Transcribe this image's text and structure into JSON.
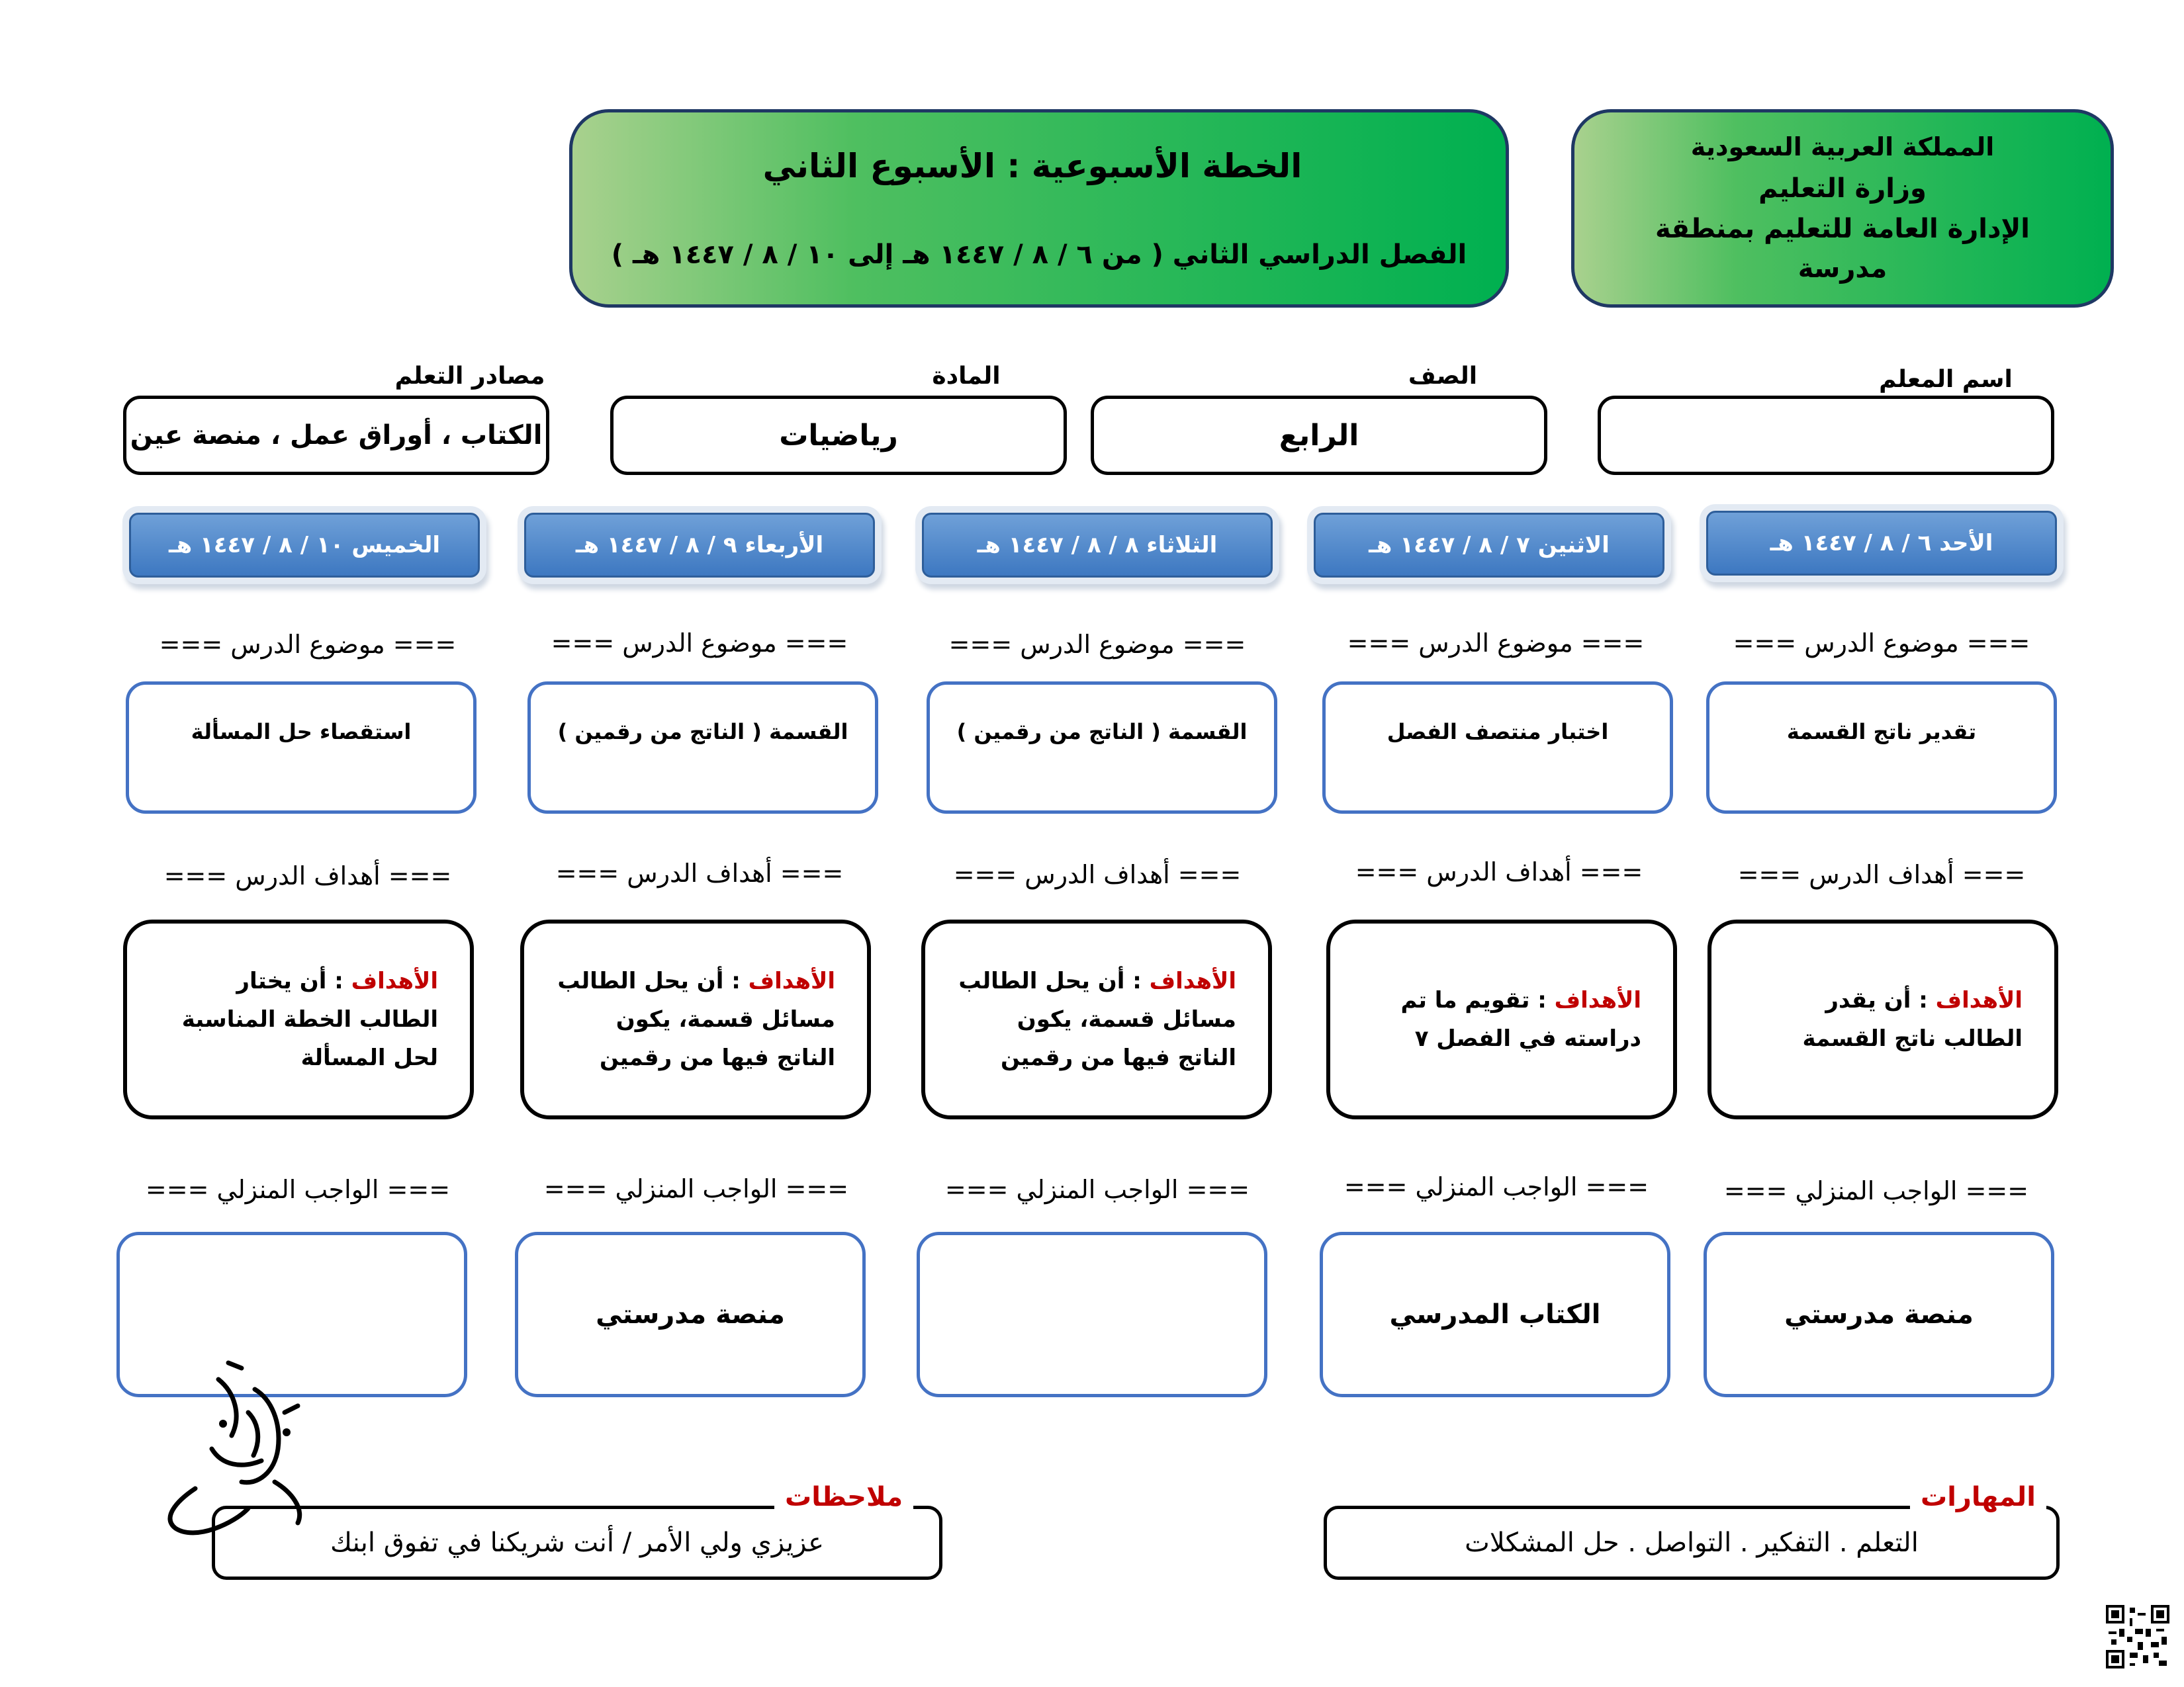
{
  "header_right": {
    "line1": "المملكة العربية السعودية",
    "line2": "وزارة التعليم",
    "line3": "الإدارة العامة للتعليم بمنطقة",
    "line4": "مدرسة"
  },
  "header_center": {
    "title": "الخطة الأسبوعية : الأسبوع الثاني",
    "subtitle": "الفصل الدراسي الثاني ( من ٦ / ٨ / ١٤٤٧ هـ إلى ١٠ / ٨ / ١٤٤٧ هـ )"
  },
  "info": {
    "teacher_label": "اسم المعلم",
    "teacher_value": "",
    "grade_label": "الصف",
    "grade_value": "الرابع",
    "subject_label": "المادة",
    "subject_value": "رياضيات",
    "sources_label": "مصادر التعلم",
    "sources_value": "الكتاب ، أوراق عمل ، منصة عين"
  },
  "section_labels": {
    "topic": "=== موضوع الدرس ===",
    "goals": "=== أهداف الدرس ===",
    "homework": "=== الواجب المنزلي ===",
    "goals_prefix": "الأهداف"
  },
  "days": [
    {
      "date": "الأحد ٦ / ٨ / ١٤٤٧ هـ",
      "topic": "تقدير ناتج القسمة",
      "goal": ": أن يقدر الطالب ناتج القسمة",
      "homework": "منصة مدرستي"
    },
    {
      "date": "الاثنين ٧ / ٨ / ١٤٤٧ هـ",
      "topic": "اختبار منتصف الفصل",
      "goal": ": تقويم ما تم دراسته في الفصل ٧",
      "homework": "الكتاب المدرسي"
    },
    {
      "date": "الثلاثاء ٨ / ٨ / ١٤٤٧ هـ",
      "topic": "القسمة ( الناتج من رقمين )",
      "goal": ": أن يحل الطالب مسائل قسمة، يكون الناتج فيها من رقمين",
      "homework": ""
    },
    {
      "date": "الأربعاء ٩ / ٨ / ١٤٤٧ هـ",
      "topic": "القسمة ( الناتج من رقمين )",
      "goal": ": أن يحل الطالب مسائل قسمة، يكون الناتج فيها من رقمين",
      "homework": "منصة مدرستي"
    },
    {
      "date": "الخميس ١٠ / ٨ / ١٤٤٧ هـ",
      "topic": "استقصاء حل المسألة",
      "goal": ": أن يختار الطالب الخطة المناسبة لحل المسألة",
      "homework": ""
    }
  ],
  "skills": {
    "title": "المهارات",
    "text": "التعلم . التفكير . التواصل . حل المشكلات"
  },
  "notes": {
    "title": "ملاحظات",
    "text": "عزيزي ولي الأمر / أنت شريكنا في تفوق ابنك"
  },
  "signature": "أبوتركي"
}
